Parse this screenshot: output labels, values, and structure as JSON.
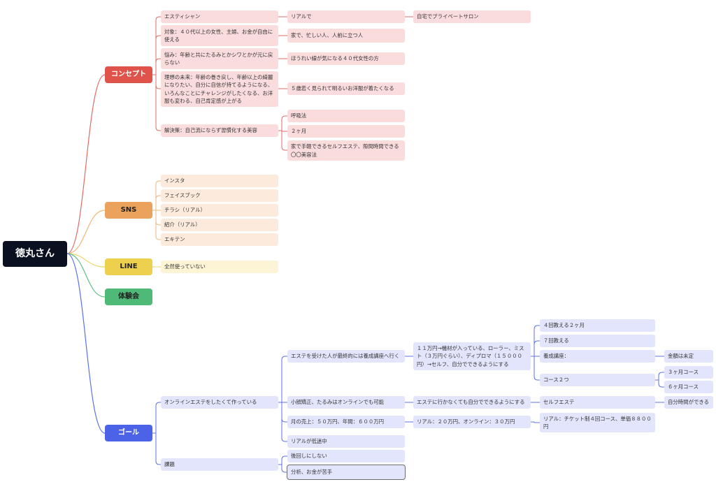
{
  "root": "徳丸さん",
  "colors": {
    "root": "#0b1020",
    "concept": "#e0534a",
    "sns": "#eba25c",
    "line": "#edd14e",
    "trial": "#4fb978",
    "goal": "#4c63e8",
    "concept_line": "#e06b66",
    "sns_line": "#efb774",
    "line_line": "#ecd765",
    "trial_line": "#5fbf84",
    "goal_line": "#5b70ea"
  },
  "branches": {
    "concept": {
      "label": "コンセプト",
      "items": [
        {
          "label": "エスティシャン",
          "children": [
            {
              "label": "リアルで",
              "children": [
                {
                  "label": "自宅でプライベートサロン"
                }
              ]
            }
          ]
        },
        {
          "label": "対象：４０代以上の女性、主婦、お金が自由に使える",
          "children": [
            {
              "label": "家で、忙しい人、人前に立つ人"
            }
          ]
        },
        {
          "label": "悩み：年齢と共にたるみとかシワとかが元に戻らない",
          "children": [
            {
              "label": "ほうれい線が気になる４０代女性の方"
            }
          ]
        },
        {
          "label": "理想の未来：年齢の巻き戻し、年齢以上の綺麗になりたい、自分に自信が持てるようになる、いろんなことにチャレンジがしたくなる、お洋服も変わる、自己肯定感が上がる",
          "children": [
            {
              "label": "５歳若く見られて明るいお洋服が着たくなる"
            }
          ]
        },
        {
          "label": "解決策：自己流にならず習慣化する美容",
          "children": [
            {
              "label": "呼吸法"
            },
            {
              "label": "２ヶ月"
            },
            {
              "label": "家で手軽できるセルフエステ、隙間時間できる〇〇美容法"
            }
          ]
        }
      ]
    },
    "sns": {
      "label": "SNS",
      "items": [
        {
          "label": "インスタ"
        },
        {
          "label": "フェイスブック"
        },
        {
          "label": "チラシ（リアル）"
        },
        {
          "label": "紹介（リアル）"
        },
        {
          "label": "エキテン"
        }
      ]
    },
    "line": {
      "label": "LINE",
      "items": [
        {
          "label": "全然使っていない"
        }
      ]
    },
    "trial": {
      "label": "体験会"
    },
    "goal": {
      "label": "ゴール",
      "items": [
        {
          "label": "オンラインエステをしたくて作っている",
          "children": [
            {
              "label": "エステを受けた人が最終的には養成講座へ行く",
              "children": [
                {
                  "label": "１１万円→機材が入っている、ローラー、ミスト（３万円ぐらい）、ディプロマ（１５０００円）→セルフ、自分でできるようにする",
                  "children": [
                    {
                      "label": "４回教える２ヶ月"
                    },
                    {
                      "label": "７回教える"
                    },
                    {
                      "label": "養成講座：",
                      "children": [
                        {
                          "label": "金額は未定"
                        }
                      ]
                    },
                    {
                      "label": "コース２つ",
                      "children": [
                        {
                          "label": "３ヶ月コース"
                        },
                        {
                          "label": "６ヶ月コース"
                        }
                      ]
                    }
                  ]
                }
              ]
            },
            {
              "label": "小顔矯正、たるみはオンラインでも可能",
              "children": [
                {
                  "label": "エステに行かなくても自分でできるようにする",
                  "children": [
                    {
                      "label": "セルフエステ",
                      "children": [
                        {
                          "label": "自分時間ができる"
                        }
                      ]
                    }
                  ]
                }
              ]
            },
            {
              "label": "月の売上：５０万円、年間：６００万円",
              "children": [
                {
                  "label": "リアル：２０万円、オンライン：３０万円",
                  "children": [
                    {
                      "label": "リアル：チケット制４回コース、単価８８００円"
                    }
                  ]
                }
              ]
            },
            {
              "label": "リアルが低迷中"
            }
          ]
        },
        {
          "label": "課題",
          "children": [
            {
              "label": "後回しにしない"
            },
            {
              "label": "分析、お金が苦手"
            }
          ]
        }
      ]
    }
  }
}
